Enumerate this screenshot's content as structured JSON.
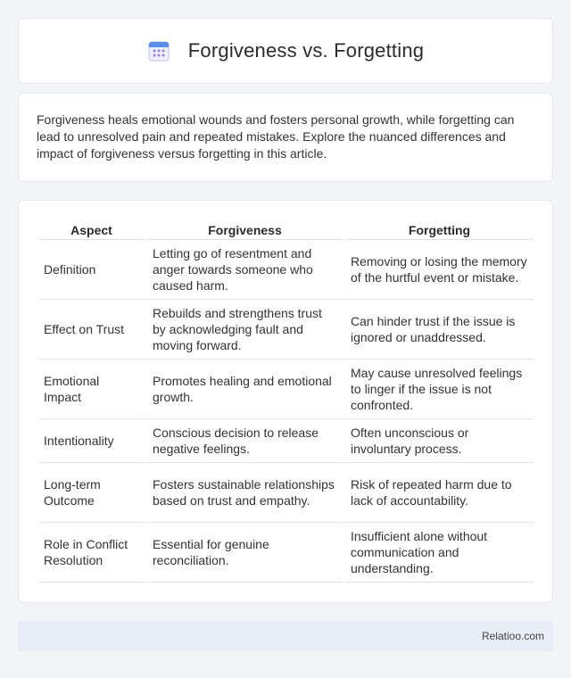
{
  "header": {
    "title": "Forgiveness vs. Forgetting",
    "icon": "calendar-icon"
  },
  "intro": {
    "text": "Forgiveness heals emotional wounds and fosters personal growth, while forgetting can lead to unresolved pain and repeated mistakes. Explore the nuanced differences and impact of forgiveness versus forgetting in this article."
  },
  "table": {
    "headers": [
      "Aspect",
      "Forgiveness",
      "Forgetting"
    ],
    "rows": [
      {
        "aspect": "Definition",
        "forgiveness": "Letting go of resentment and anger towards someone who caused harm.",
        "forgetting": "Removing or losing the memory of the hurtful event or mistake."
      },
      {
        "aspect": "Effect on Trust",
        "forgiveness": "Rebuilds and strengthens trust by acknowledging fault and moving forward.",
        "forgetting": "Can hinder trust if the issue is ignored or unaddressed."
      },
      {
        "aspect": "Emotional Impact",
        "forgiveness": "Promotes healing and emotional growth.",
        "forgetting": "May cause unresolved feelings to linger if the issue is not confronted."
      },
      {
        "aspect": "Intentionality",
        "forgiveness": "Conscious decision to release negative feelings.",
        "forgetting": "Often unconscious or involuntary process."
      },
      {
        "aspect": "Long-term Outcome",
        "forgiveness": "Fosters sustainable relationships based on trust and empathy.",
        "forgetting": "Risk of repeated harm due to lack of accountability."
      },
      {
        "aspect": "Role in Conflict Resolution",
        "forgiveness": "Essential for genuine reconciliation.",
        "forgetting": "Insufficient alone without communication and understanding."
      }
    ]
  },
  "footer": {
    "brand": "Relatioo.com"
  },
  "colors": {
    "background": "#f3f5f9",
    "card": "#ffffff",
    "footer": "#e8edf6",
    "icon_blue": "#5b8def",
    "icon_purple": "#9a7ee0"
  }
}
